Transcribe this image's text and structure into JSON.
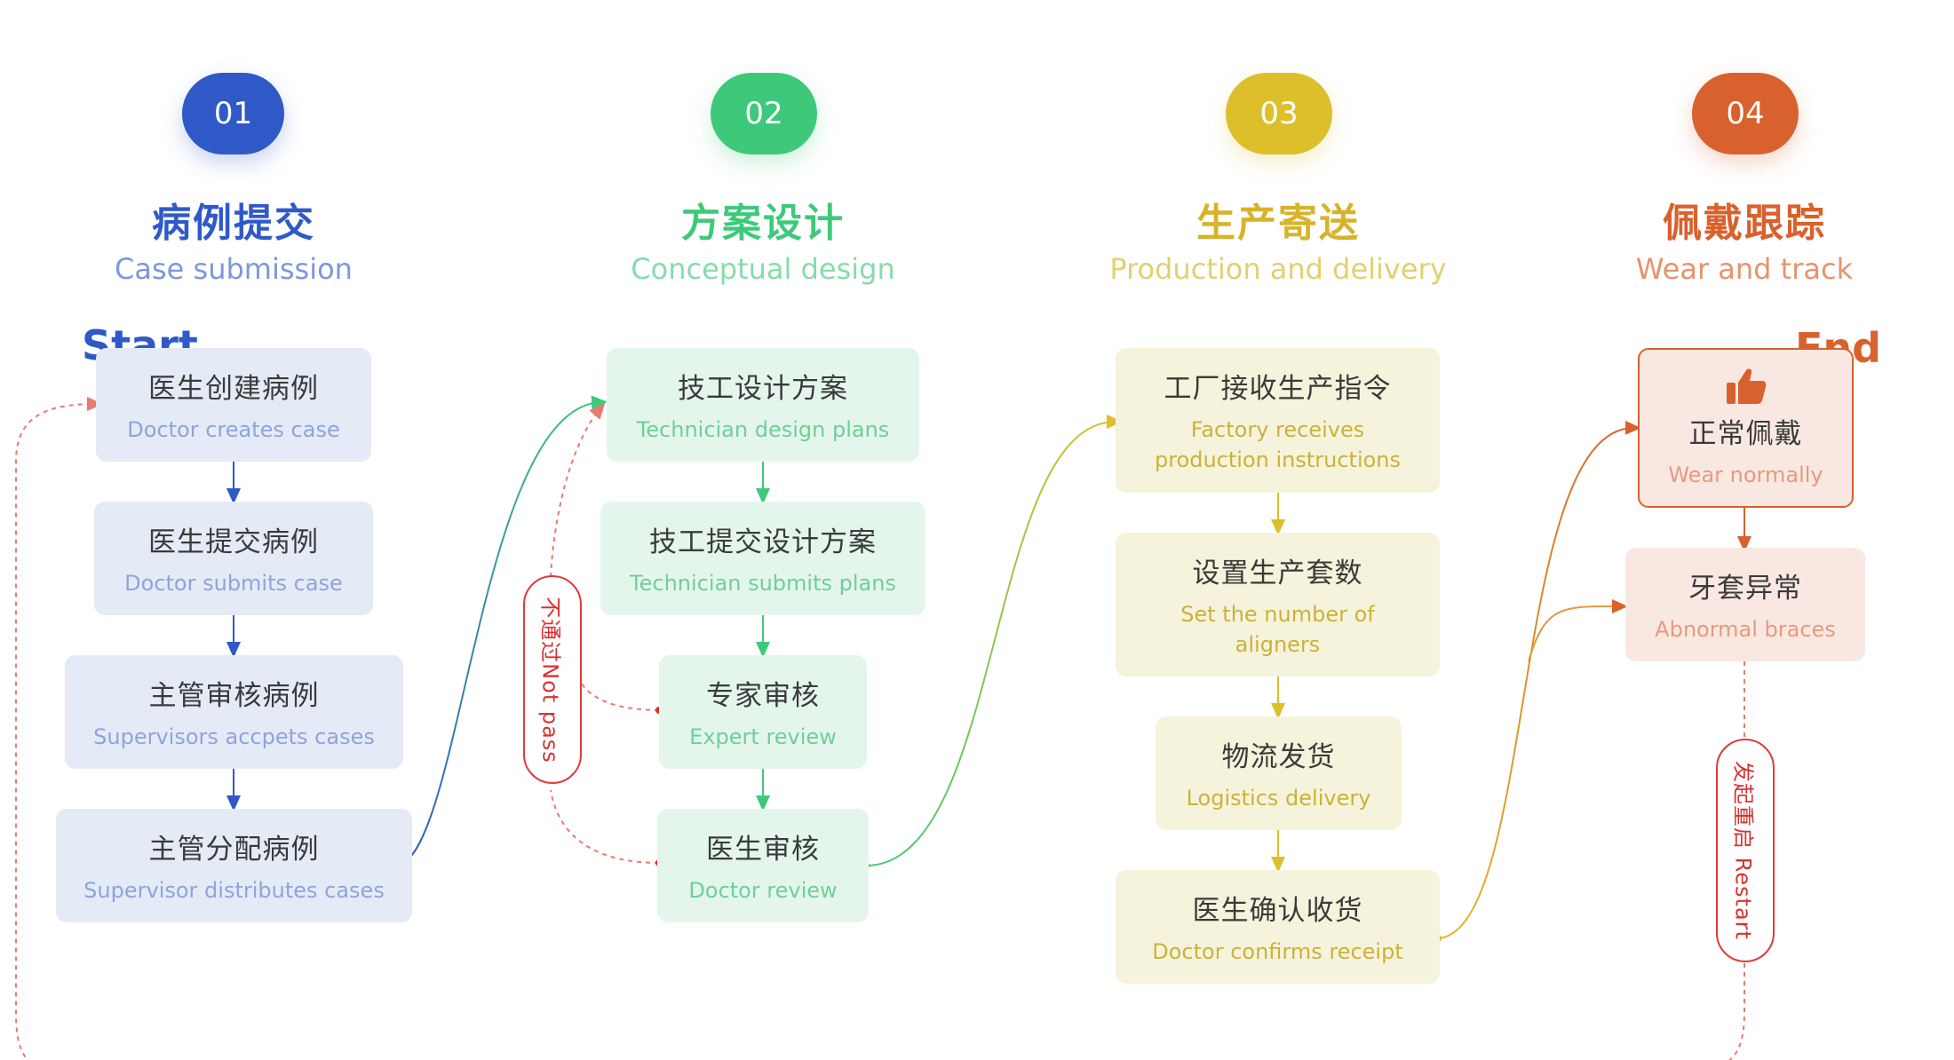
{
  "colors": {
    "blue": "#3059c8",
    "green": "#3ec97a",
    "yellow": "#dcbf2a",
    "orange": "#d9612d",
    "red_dashed": "#e87a6f"
  },
  "steps": [
    {
      "num": "01",
      "title_cn": "病例提交",
      "title_en": "Case submission"
    },
    {
      "num": "02",
      "title_cn": "方案设计",
      "title_en": "Conceptual design"
    },
    {
      "num": "03",
      "title_cn": "生产寄送",
      "title_en": "Production and delivery"
    },
    {
      "num": "04",
      "title_cn": "佩戴跟踪",
      "title_en": "Wear and track"
    }
  ],
  "start_label": "Start",
  "end_label": "End",
  "col1": [
    {
      "cn": "医生创建病例",
      "en": "Doctor creates case"
    },
    {
      "cn": "医生提交病例",
      "en": "Doctor submits case"
    },
    {
      "cn": "主管审核病例",
      "en": "Supervisors accpets cases"
    },
    {
      "cn": "主管分配病例",
      "en": "Supervisor distributes cases"
    }
  ],
  "col2": [
    {
      "cn": "技工设计方案",
      "en": "Technician design plans"
    },
    {
      "cn": "技工提交设计方案",
      "en": "Technician submits plans"
    },
    {
      "cn": "专家审核",
      "en": "Expert review"
    },
    {
      "cn": "医生审核",
      "en": "Doctor review"
    }
  ],
  "col3": [
    {
      "cn": "工厂接收生产指令",
      "en1": "Factory receives",
      "en2": "production instructions"
    },
    {
      "cn": "设置生产套数",
      "en1": "Set the number of",
      "en2": "aligners"
    },
    {
      "cn": "物流发货",
      "en1": "Logistics delivery"
    },
    {
      "cn": "医生确认收货",
      "en1": "Doctor confirms receipt"
    }
  ],
  "col4": [
    {
      "cn": "正常佩戴",
      "en": "Wear normally",
      "icon": "thumbs-up-icon"
    },
    {
      "cn": "牙套异常",
      "en": "Abnormal braces"
    }
  ],
  "not_pass_label": "不通过Not pass",
  "restart_label": "发起重启 Restart"
}
